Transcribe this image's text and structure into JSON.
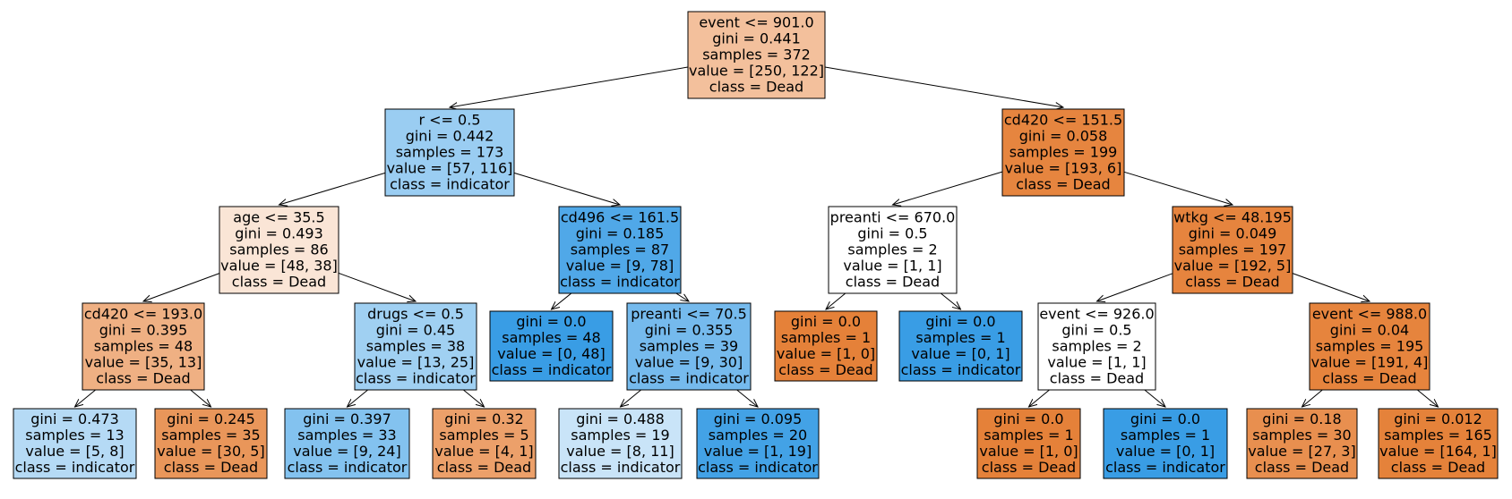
{
  "colors": {
    "orange": "#e58139",
    "blue": "#399de5",
    "white": "#ffffff"
  },
  "nodes": [
    {
      "id": "n0",
      "lines": [
        "event <= 901.0",
        "gini = 0.441",
        "samples = 372",
        "value = [250, 122]",
        "class = Dead"
      ],
      "fill": "#f3c09c"
    },
    {
      "id": "n1",
      "lines": [
        "r <= 0.5",
        "gini = 0.442",
        "samples = 173",
        "value = [57, 116]",
        "class = indicator"
      ],
      "fill": "#9acdf2"
    },
    {
      "id": "n2",
      "lines": [
        "age <= 35.5",
        "gini = 0.493",
        "samples = 86",
        "value = [48, 38]",
        "class = Dead"
      ],
      "fill": "#fae5d6"
    },
    {
      "id": "n3",
      "lines": [
        "cd420 <= 193.0",
        "gini = 0.395",
        "samples = 48",
        "value = [35, 13]",
        "class = Dead"
      ],
      "fill": "#efb083"
    },
    {
      "id": "n4",
      "lines": [
        "gini = 0.473",
        "samples = 13",
        "value = [5, 8]",
        "class = indicator"
      ],
      "fill": "#b5daf5"
    },
    {
      "id": "n5",
      "lines": [
        "gini = 0.245",
        "samples = 35",
        "value = [30, 5]",
        "class = Dead"
      ],
      "fill": "#e9965a"
    },
    {
      "id": "n6",
      "lines": [
        "drugs <= 0.5",
        "gini = 0.45",
        "samples = 38",
        "value = [13, 25]",
        "class = indicator"
      ],
      "fill": "#a0d0f2"
    },
    {
      "id": "n7",
      "lines": [
        "gini = 0.397",
        "samples = 33",
        "value = [9, 24]",
        "class = indicator"
      ],
      "fill": "#83c2ef"
    },
    {
      "id": "n8",
      "lines": [
        "gini = 0.32",
        "samples = 5",
        "value = [4, 1]",
        "class = Dead"
      ],
      "fill": "#eca06a"
    },
    {
      "id": "n9",
      "lines": [
        "cd496 <= 161.5",
        "gini = 0.185",
        "samples = 87",
        "value = [9, 78]",
        "class = indicator"
      ],
      "fill": "#50a8e8"
    },
    {
      "id": "n10",
      "lines": [
        "gini = 0.0",
        "samples = 48",
        "value = [0, 48]",
        "class = indicator"
      ],
      "fill": "#399de5"
    },
    {
      "id": "n11",
      "lines": [
        "preanti <= 70.5",
        "gini = 0.355",
        "samples = 39",
        "value = [9, 30]",
        "class = indicator"
      ],
      "fill": "#75baed"
    },
    {
      "id": "n12",
      "lines": [
        "gini = 0.488",
        "samples = 19",
        "value = [8, 11]",
        "class = indicator"
      ],
      "fill": "#c9e4f8"
    },
    {
      "id": "n13",
      "lines": [
        "gini = 0.095",
        "samples = 20",
        "value = [1, 19]",
        "class = indicator"
      ],
      "fill": "#43a2e6"
    },
    {
      "id": "n14",
      "lines": [
        "cd420 <= 151.5",
        "gini = 0.058",
        "samples = 199",
        "value = [193, 6]",
        "class = Dead"
      ],
      "fill": "#e6853f"
    },
    {
      "id": "n15",
      "lines": [
        "preanti <= 670.0",
        "gini = 0.5",
        "samples = 2",
        "value = [1, 1]",
        "class = Dead"
      ],
      "fill": "#ffffff"
    },
    {
      "id": "n16",
      "lines": [
        "gini = 0.0",
        "samples = 1",
        "value = [1, 0]",
        "class = Dead"
      ],
      "fill": "#e58139"
    },
    {
      "id": "n17",
      "lines": [
        "gini = 0.0",
        "samples = 1",
        "value = [0, 1]",
        "class = indicator"
      ],
      "fill": "#399de5"
    },
    {
      "id": "n18",
      "lines": [
        "wtkg <= 48.195",
        "gini = 0.049",
        "samples = 197",
        "value = [192, 5]",
        "class = Dead"
      ],
      "fill": "#e6843e"
    },
    {
      "id": "n19",
      "lines": [
        "event <= 926.0",
        "gini = 0.5",
        "samples = 2",
        "value = [1, 1]",
        "class = Dead"
      ],
      "fill": "#ffffff"
    },
    {
      "id": "n20",
      "lines": [
        "gini = 0.0",
        "samples = 1",
        "value = [1, 0]",
        "class = Dead"
      ],
      "fill": "#e58139"
    },
    {
      "id": "n21",
      "lines": [
        "gini = 0.0",
        "samples = 1",
        "value = [0, 1]",
        "class = indicator"
      ],
      "fill": "#399de5"
    },
    {
      "id": "n22",
      "lines": [
        "event <= 988.0",
        "gini = 0.04",
        "samples = 195",
        "value = [191, 4]",
        "class = Dead"
      ],
      "fill": "#e6843d"
    },
    {
      "id": "n23",
      "lines": [
        "gini = 0.18",
        "samples = 30",
        "value = [27, 3]",
        "class = Dead"
      ],
      "fill": "#e88f4f"
    },
    {
      "id": "n24",
      "lines": [
        "gini = 0.012",
        "samples = 165",
        "value = [164, 1]",
        "class = Dead"
      ],
      "fill": "#e5823a"
    }
  ],
  "edges": [
    [
      "n0",
      "n1"
    ],
    [
      "n0",
      "n14"
    ],
    [
      "n1",
      "n2"
    ],
    [
      "n1",
      "n9"
    ],
    [
      "n2",
      "n3"
    ],
    [
      "n2",
      "n6"
    ],
    [
      "n3",
      "n4"
    ],
    [
      "n3",
      "n5"
    ],
    [
      "n6",
      "n7"
    ],
    [
      "n6",
      "n8"
    ],
    [
      "n9",
      "n10"
    ],
    [
      "n9",
      "n11"
    ],
    [
      "n11",
      "n12"
    ],
    [
      "n11",
      "n13"
    ],
    [
      "n14",
      "n15"
    ],
    [
      "n14",
      "n18"
    ],
    [
      "n15",
      "n16"
    ],
    [
      "n15",
      "n17"
    ],
    [
      "n18",
      "n19"
    ],
    [
      "n18",
      "n22"
    ],
    [
      "n19",
      "n20"
    ],
    [
      "n19",
      "n21"
    ],
    [
      "n22",
      "n23"
    ],
    [
      "n22",
      "n24"
    ]
  ]
}
